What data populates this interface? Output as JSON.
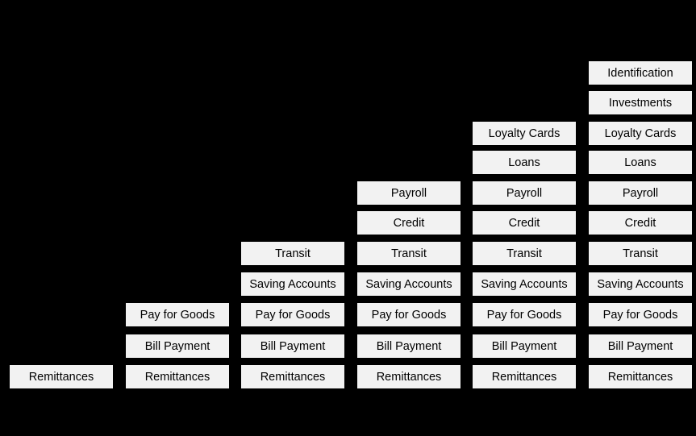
{
  "theme": {
    "background": "#000000",
    "tile_fill": "#f2f2f2",
    "tile_text": "#000000"
  },
  "columns": [
    {
      "items": [
        "Remittances"
      ]
    },
    {
      "items": [
        "Remittances",
        "Bill Payment",
        "Pay for Goods"
      ]
    },
    {
      "items": [
        "Remittances",
        "Bill Payment",
        "Pay for Goods",
        "Saving Accounts",
        "Transit"
      ]
    },
    {
      "items": [
        "Remittances",
        "Bill Payment",
        "Pay for Goods",
        "Saving Accounts",
        "Transit",
        "Credit",
        "Payroll"
      ]
    },
    {
      "items": [
        "Remittances",
        "Bill Payment",
        "Pay for Goods",
        "Saving Accounts",
        "Transit",
        "Credit",
        "Payroll",
        "Loans",
        "Loyalty Cards"
      ]
    },
    {
      "items": [
        "Remittances",
        "Bill Payment",
        "Pay for Goods",
        "Saving Accounts",
        "Transit",
        "Credit",
        "Payroll",
        "Loans",
        "Loyalty Cards",
        "Investments",
        "Identification"
      ]
    }
  ]
}
